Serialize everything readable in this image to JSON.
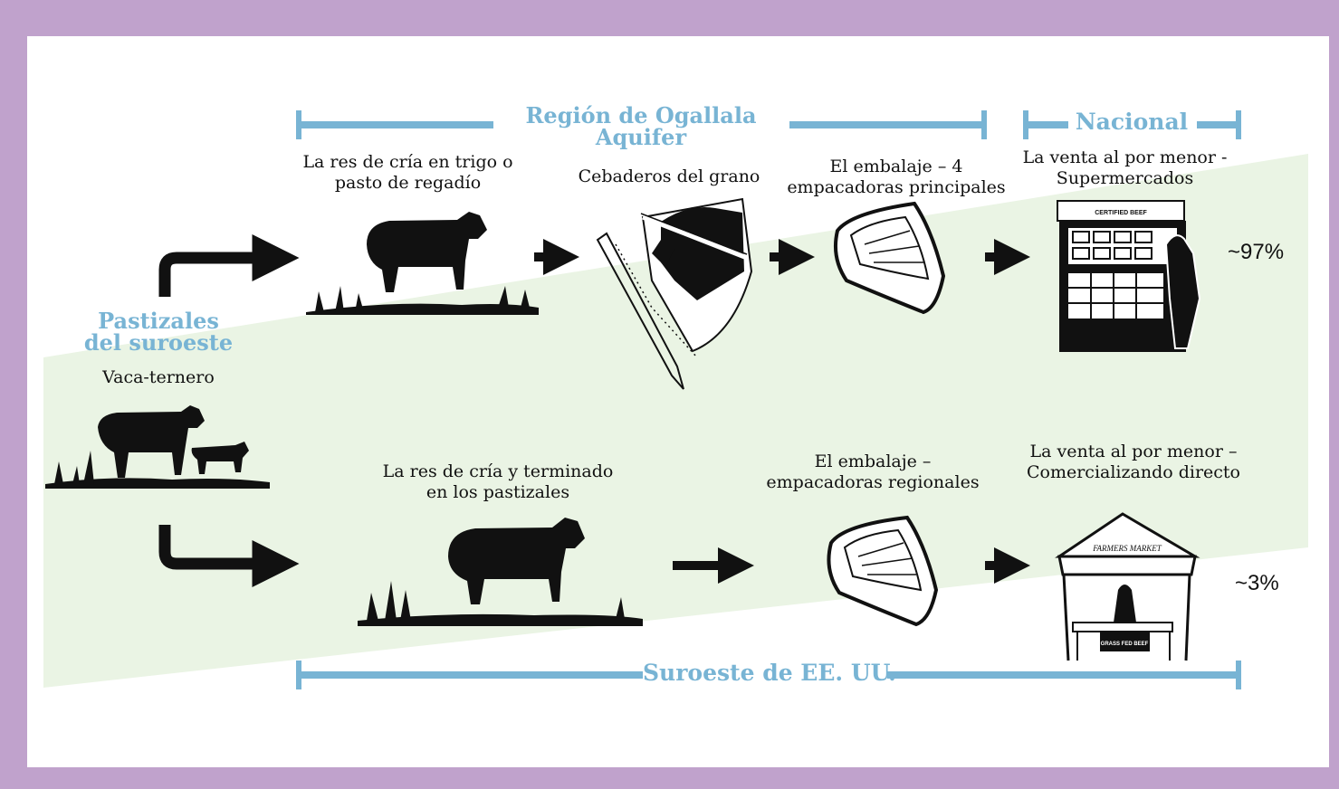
{
  "regions": {
    "ogallala": "Región de Ogallala Aquifer",
    "nacional": "Nacional",
    "suroeste_eeuu": "Suroeste de EE. UU.",
    "pastizales": "Pastizales del suroeste"
  },
  "start": {
    "label": "Vaca-ternero"
  },
  "top_path": {
    "step1": "La res de cría en trigo o pasto de regadío",
    "step2": "Cebaderos del grano",
    "step3": "El embalaje – 4 empacadoras principales",
    "step4": "La venta al por menor - Supermercados",
    "share": "~97%",
    "store_sign": "CERTIFIED BEEF"
  },
  "bottom_path": {
    "step1": "La res de cría y terminado en los pastizales",
    "step3": "El embalaje – empacadoras regionales",
    "step4": "La venta al por menor – Comercializando directo",
    "share": "~3%",
    "tent_sign": "FARMERS MARKET",
    "table_sign": "GRASS FED BEEF"
  },
  "colors": {
    "frame": "#c0a2cc",
    "band": "#eaf4e4",
    "region_blue": "#78b4d4",
    "ink": "#111111"
  }
}
